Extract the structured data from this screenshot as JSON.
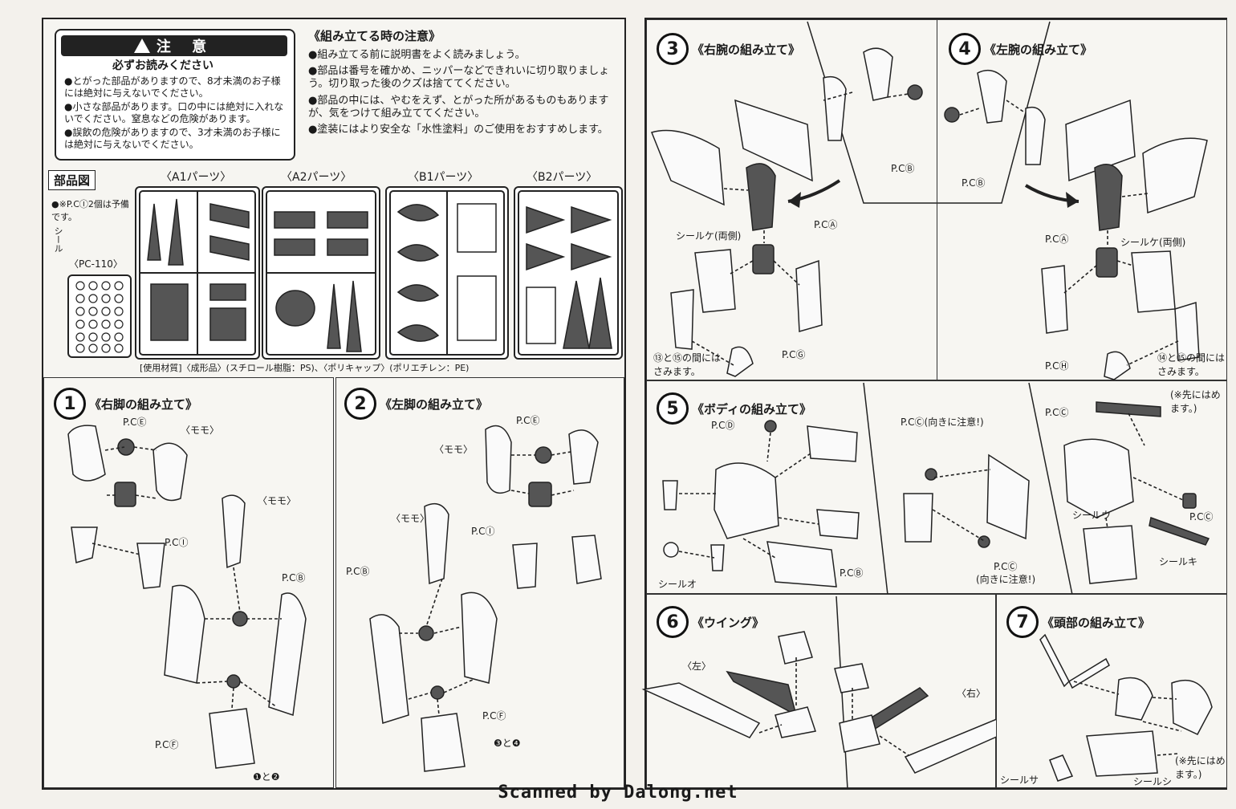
{
  "caution": {
    "title": "注 意",
    "subtitle": "必ずお読みください",
    "items": [
      "●とがった部品がありますので、8才未満のお子様には絶対に与えないでください。",
      "●小さな部品があります。口の中には絶対に入れないでください。窒息などの危険があります。",
      "●誤飲の危険がありますので、3才未満のお子様には絶対に与えないでください。"
    ]
  },
  "assembly_notes": {
    "title": "《組み立てる時の注意》",
    "items": [
      "●組み立てる前に説明書をよく読みましょう。",
      "●部品は番号を確かめ、ニッパーなどできれいに切り取りましょう。切り取った後のクズは捨ててください。",
      "●部品の中には、やむをえず、とがった所があるものもありますが、気をつけて組み立ててください。",
      "●塗装にはより安全な「水性塗料」のご使用をおすすめします。"
    ]
  },
  "parts_chart": {
    "title": "部品図",
    "note": "●※P.CⒾ2個は予備です。",
    "seal_label": "シール",
    "pc_label": "〈PC-110〉",
    "runners": [
      "〈A1パーツ〉",
      "〈A2パーツ〉",
      "〈B1パーツ〉",
      "〈B2パーツ〉"
    ],
    "materials": "[使用材質]〈成形品〉(スチロール樹脂：PS)、〈ポリキャップ〉(ポリエチレン：PE)"
  },
  "steps": {
    "s1": {
      "num": "1",
      "title": "《右脚の組み立て》",
      "labels": [
        "P.CⒺ",
        "〈モモ〉",
        "P.CⒾ",
        "〈モモ〉",
        "P.CⒷ",
        "P.CⒻ",
        "❶と❷"
      ]
    },
    "s2": {
      "num": "2",
      "title": "《左脚の組み立て》",
      "labels": [
        "P.CⒺ",
        "〈モモ〉",
        "〈モモ〉",
        "P.CⒾ",
        "P.CⒷ",
        "P.CⒻ",
        "❸と❹"
      ]
    },
    "s3": {
      "num": "3",
      "title": "《右腕の組み立て》",
      "labels": [
        "P.CⒷ",
        "シールケ(両側)",
        "P.CⒶ",
        "P.CⒼ",
        "⑬と⑮の間にはさみます。"
      ]
    },
    "s4": {
      "num": "4",
      "title": "《左腕の組み立て》",
      "labels": [
        "P.CⒷ",
        "P.CⒶ",
        "シールケ(両側)",
        "P.CⒽ",
        "⑭と⑮の間にはさみます。"
      ]
    },
    "s5": {
      "num": "5",
      "title": "《ボディの組み立て》",
      "labels": [
        "P.CⒹ",
        "シールオ",
        "P.CⒷ",
        "P.CⒸ(向きに注意!)",
        "P.CⒸ",
        "(向きに注意!)",
        "P.CⒸ",
        "(※先にはめます。)",
        "シールウ",
        "P.CⒸ",
        "シールキ"
      ]
    },
    "s6": {
      "num": "6",
      "title": "《ウイング》",
      "labels": [
        "〈左〉",
        "〈右〉"
      ]
    },
    "s7": {
      "num": "7",
      "title": "《頭部の組み立て》",
      "labels": [
        "(※先にはめます。)",
        "シールサ",
        "シールシ"
      ]
    }
  },
  "footer": "Scanned by Dalong.net"
}
